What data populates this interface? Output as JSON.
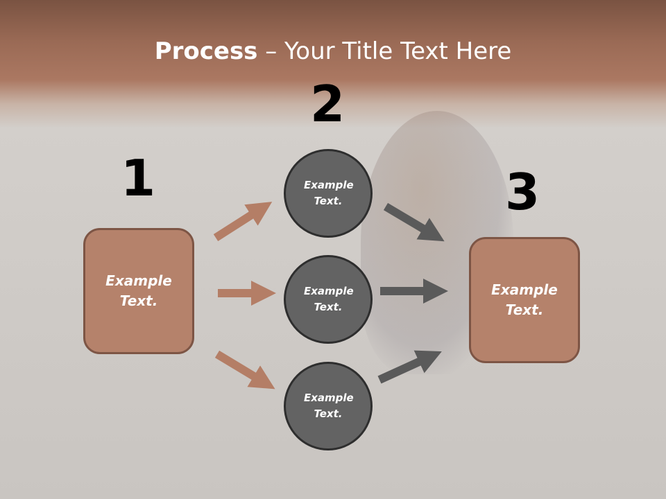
{
  "title": {
    "bold": "Process",
    "rest": " – Your Title Text Here"
  },
  "steps": [
    {
      "number": "1",
      "text": "Example Text."
    },
    {
      "number": "2",
      "items": [
        "Example Text.",
        "Example Text.",
        "Example Text."
      ]
    },
    {
      "number": "3",
      "text": "Example Text."
    }
  ],
  "colors": {
    "box": "#b5826b",
    "circle": "#636363",
    "arrow_in": "#b47e66",
    "arrow_out": "#5a5a5a"
  }
}
